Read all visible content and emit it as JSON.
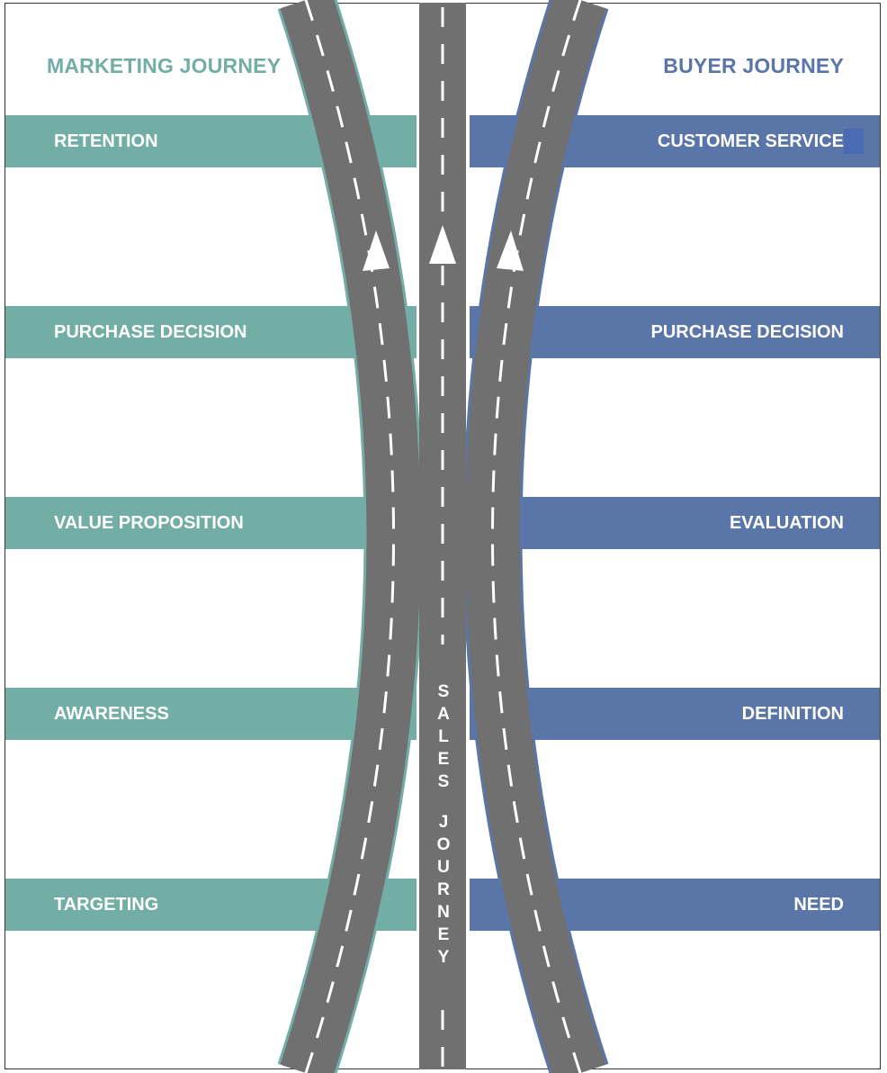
{
  "colors": {
    "marketing": "#72aea5",
    "buyer": "#5a75a7",
    "road": "#707070",
    "lane_marking": "#ffffff",
    "marker": "#4a6bb4"
  },
  "marketing_journey": {
    "title": "MARKETING JOURNEY",
    "stages": [
      "RETENTION",
      "PURCHASE DECISION",
      "VALUE PROPOSITION",
      "AWARENESS",
      "TARGETING"
    ]
  },
  "buyer_journey": {
    "title": "BUYER JOURNEY",
    "stages": [
      "CUSTOMER SERVICE",
      "PURCHASE DECISION",
      "EVALUATION",
      "DEFINITION",
      "NEED"
    ]
  },
  "sales_journey": {
    "title": "SALES JOURNEY",
    "letters_word1": [
      "S",
      "A",
      "L",
      "E",
      "S"
    ],
    "letters_word2": [
      "J",
      "O",
      "U",
      "R",
      "N",
      "E",
      "Y"
    ]
  }
}
